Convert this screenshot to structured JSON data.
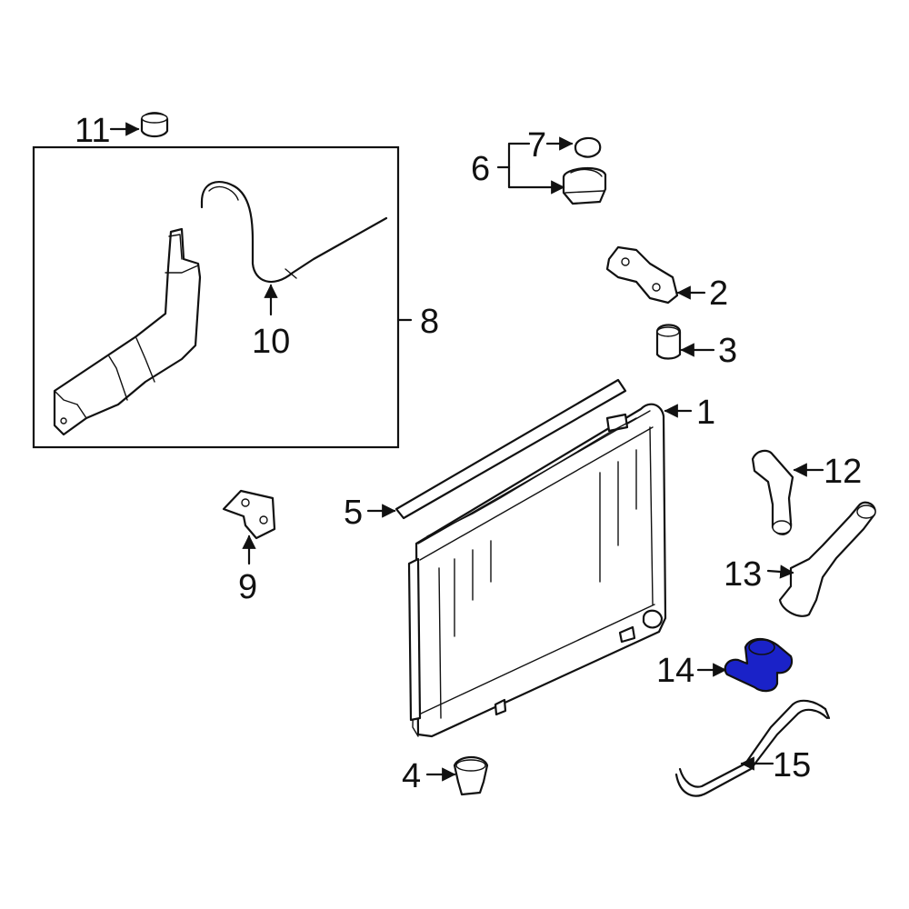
{
  "diagram": {
    "highlight_color": "#1a22c8",
    "callouts": [
      {
        "id": "1",
        "text": "1"
      },
      {
        "id": "2",
        "text": "2"
      },
      {
        "id": "3",
        "text": "3"
      },
      {
        "id": "4",
        "text": "4"
      },
      {
        "id": "5",
        "text": "5"
      },
      {
        "id": "6",
        "text": "6"
      },
      {
        "id": "7",
        "text": "7"
      },
      {
        "id": "8",
        "text": "8"
      },
      {
        "id": "9",
        "text": "9"
      },
      {
        "id": "10",
        "text": "10"
      },
      {
        "id": "11",
        "text": "11"
      },
      {
        "id": "12",
        "text": "12"
      },
      {
        "id": "13",
        "text": "13"
      },
      {
        "id": "14",
        "text": "14"
      },
      {
        "id": "15",
        "text": "15"
      }
    ],
    "highlighted_part": "14"
  }
}
